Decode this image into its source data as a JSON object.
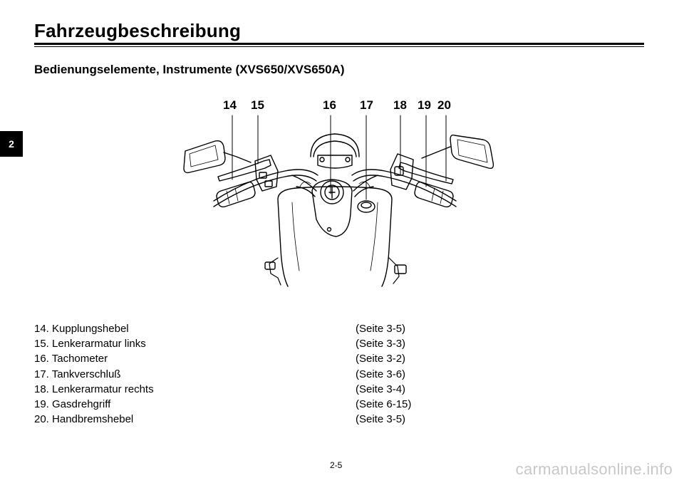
{
  "header": {
    "title": "Fahrzeugbeschreibung",
    "chapter_tab": "2"
  },
  "section": {
    "heading": "Bedienungselemente, Instrumente (XVS650/XVS650A)"
  },
  "figure": {
    "callouts": [
      "14",
      "15",
      "16",
      "17",
      "18",
      "19",
      "20"
    ]
  },
  "parts_list": [
    {
      "label": "14. Kupplungshebel",
      "ref": "(Seite 3-5)"
    },
    {
      "label": "15. Lenkerarmatur links",
      "ref": "(Seite 3-3)"
    },
    {
      "label": "16. Tachometer",
      "ref": "(Seite 3-2)"
    },
    {
      "label": "17. Tankverschluß",
      "ref": "(Seite 3-6)"
    },
    {
      "label": "18. Lenkerarmatur rechts",
      "ref": "(Seite 3-4)"
    },
    {
      "label": "19. Gasdrehgriff",
      "ref": "(Seite 6-15)"
    },
    {
      "label": "20. Handbremshebel",
      "ref": "(Seite 3-5)"
    }
  ],
  "footer": {
    "page_number": "2-5",
    "watermark": "carmanualsonline.info"
  }
}
